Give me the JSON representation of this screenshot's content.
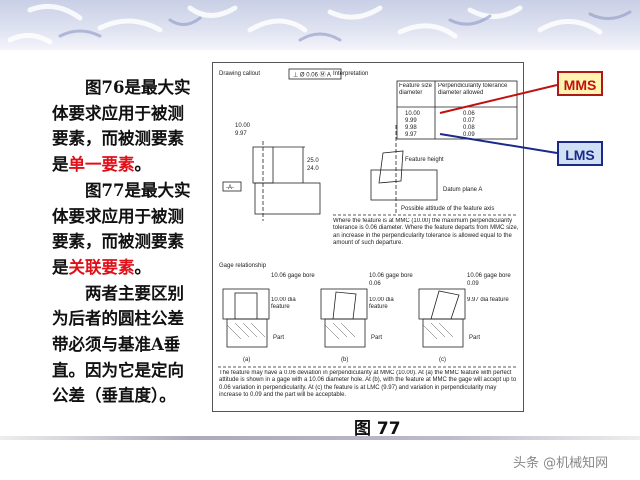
{
  "left_text": {
    "p1": {
      "l1": "图76是最大实",
      "l2": "体要求应用于被测",
      "l3": "要素，而被测要素",
      "l4a": "是",
      "l4b": "单一要素",
      "l4c": "。"
    },
    "p2": {
      "l1": "图77是最大实",
      "l2": "体要求应用于被测",
      "l3": "要素，而被测要素",
      "l4a": "是",
      "l4b": "关联要素",
      "l4c": "。"
    },
    "p3": {
      "l1": "两者主要区别",
      "l2": "为后者的圆柱公差",
      "l3": "带必须与基准A垂",
      "l4": "直。因为它是定向",
      "l5": "公差（垂直度）。"
    }
  },
  "figure": {
    "drawing_callout": "Drawing callout",
    "interpretation": "Interpretation",
    "table_headers": [
      "Feature size diameter",
      "Perpendicularity tolerance diameter allowed"
    ],
    "table_rows": [
      [
        "10.00",
        "0.06"
      ],
      [
        "9.99",
        "0.07"
      ],
      [
        "9.98",
        "0.08"
      ],
      [
        "9.97",
        "0.09"
      ]
    ],
    "dia_upper": "10.00",
    "dia_lower": "9.97",
    "fcf": "⊥ Ø 0.06 Ⓜ A",
    "height_upper": "25.0",
    "height_lower": "24.0",
    "datum": "-A-",
    "feature_height": "Feature height",
    "datum_plane": "Datum plane A",
    "possible_attitude": "Possible attitude of the feature axis",
    "note1": "Where the feature is at MMC (10.00) the maximum perpendicularity tolerance is 0.06 diameter. Where the feature departs from MMC size, an increase in the perpendicularity tolerance is allowed equal to the amount of such departure.",
    "gage_relationship": "Gage relationship",
    "gage_bore": "10.06 gage bore",
    "a_feature": "10.00 dia feature",
    "b_dev": "0.06",
    "b_feature": "10.00 dia feature",
    "c_dev": "0.09",
    "c_feature": "9.97 dia feature",
    "part": "Part",
    "labels": [
      "(a)",
      "(b)",
      "(c)"
    ],
    "note2": "The feature may have a 0.06 deviation in perpendicularity at MMC (10.00). At (a) the MMC feature with perfect attitude is shown in a gage with a 10.06 diameter hole. At (b), with the feature at MMC the gage will accept up to 0.06 variation in perpendicularity. At (c) the feature is at LMC (9.97) and variation in perpendicularity may increase to 0.09 and the part will be acceptable."
  },
  "callouts": {
    "mms": "MMS",
    "lms": "LMS",
    "mms_color": "#c01010",
    "lms_color": "#1a2a8a"
  },
  "caption": "图 77",
  "watermark": "头条 @机械知网"
}
